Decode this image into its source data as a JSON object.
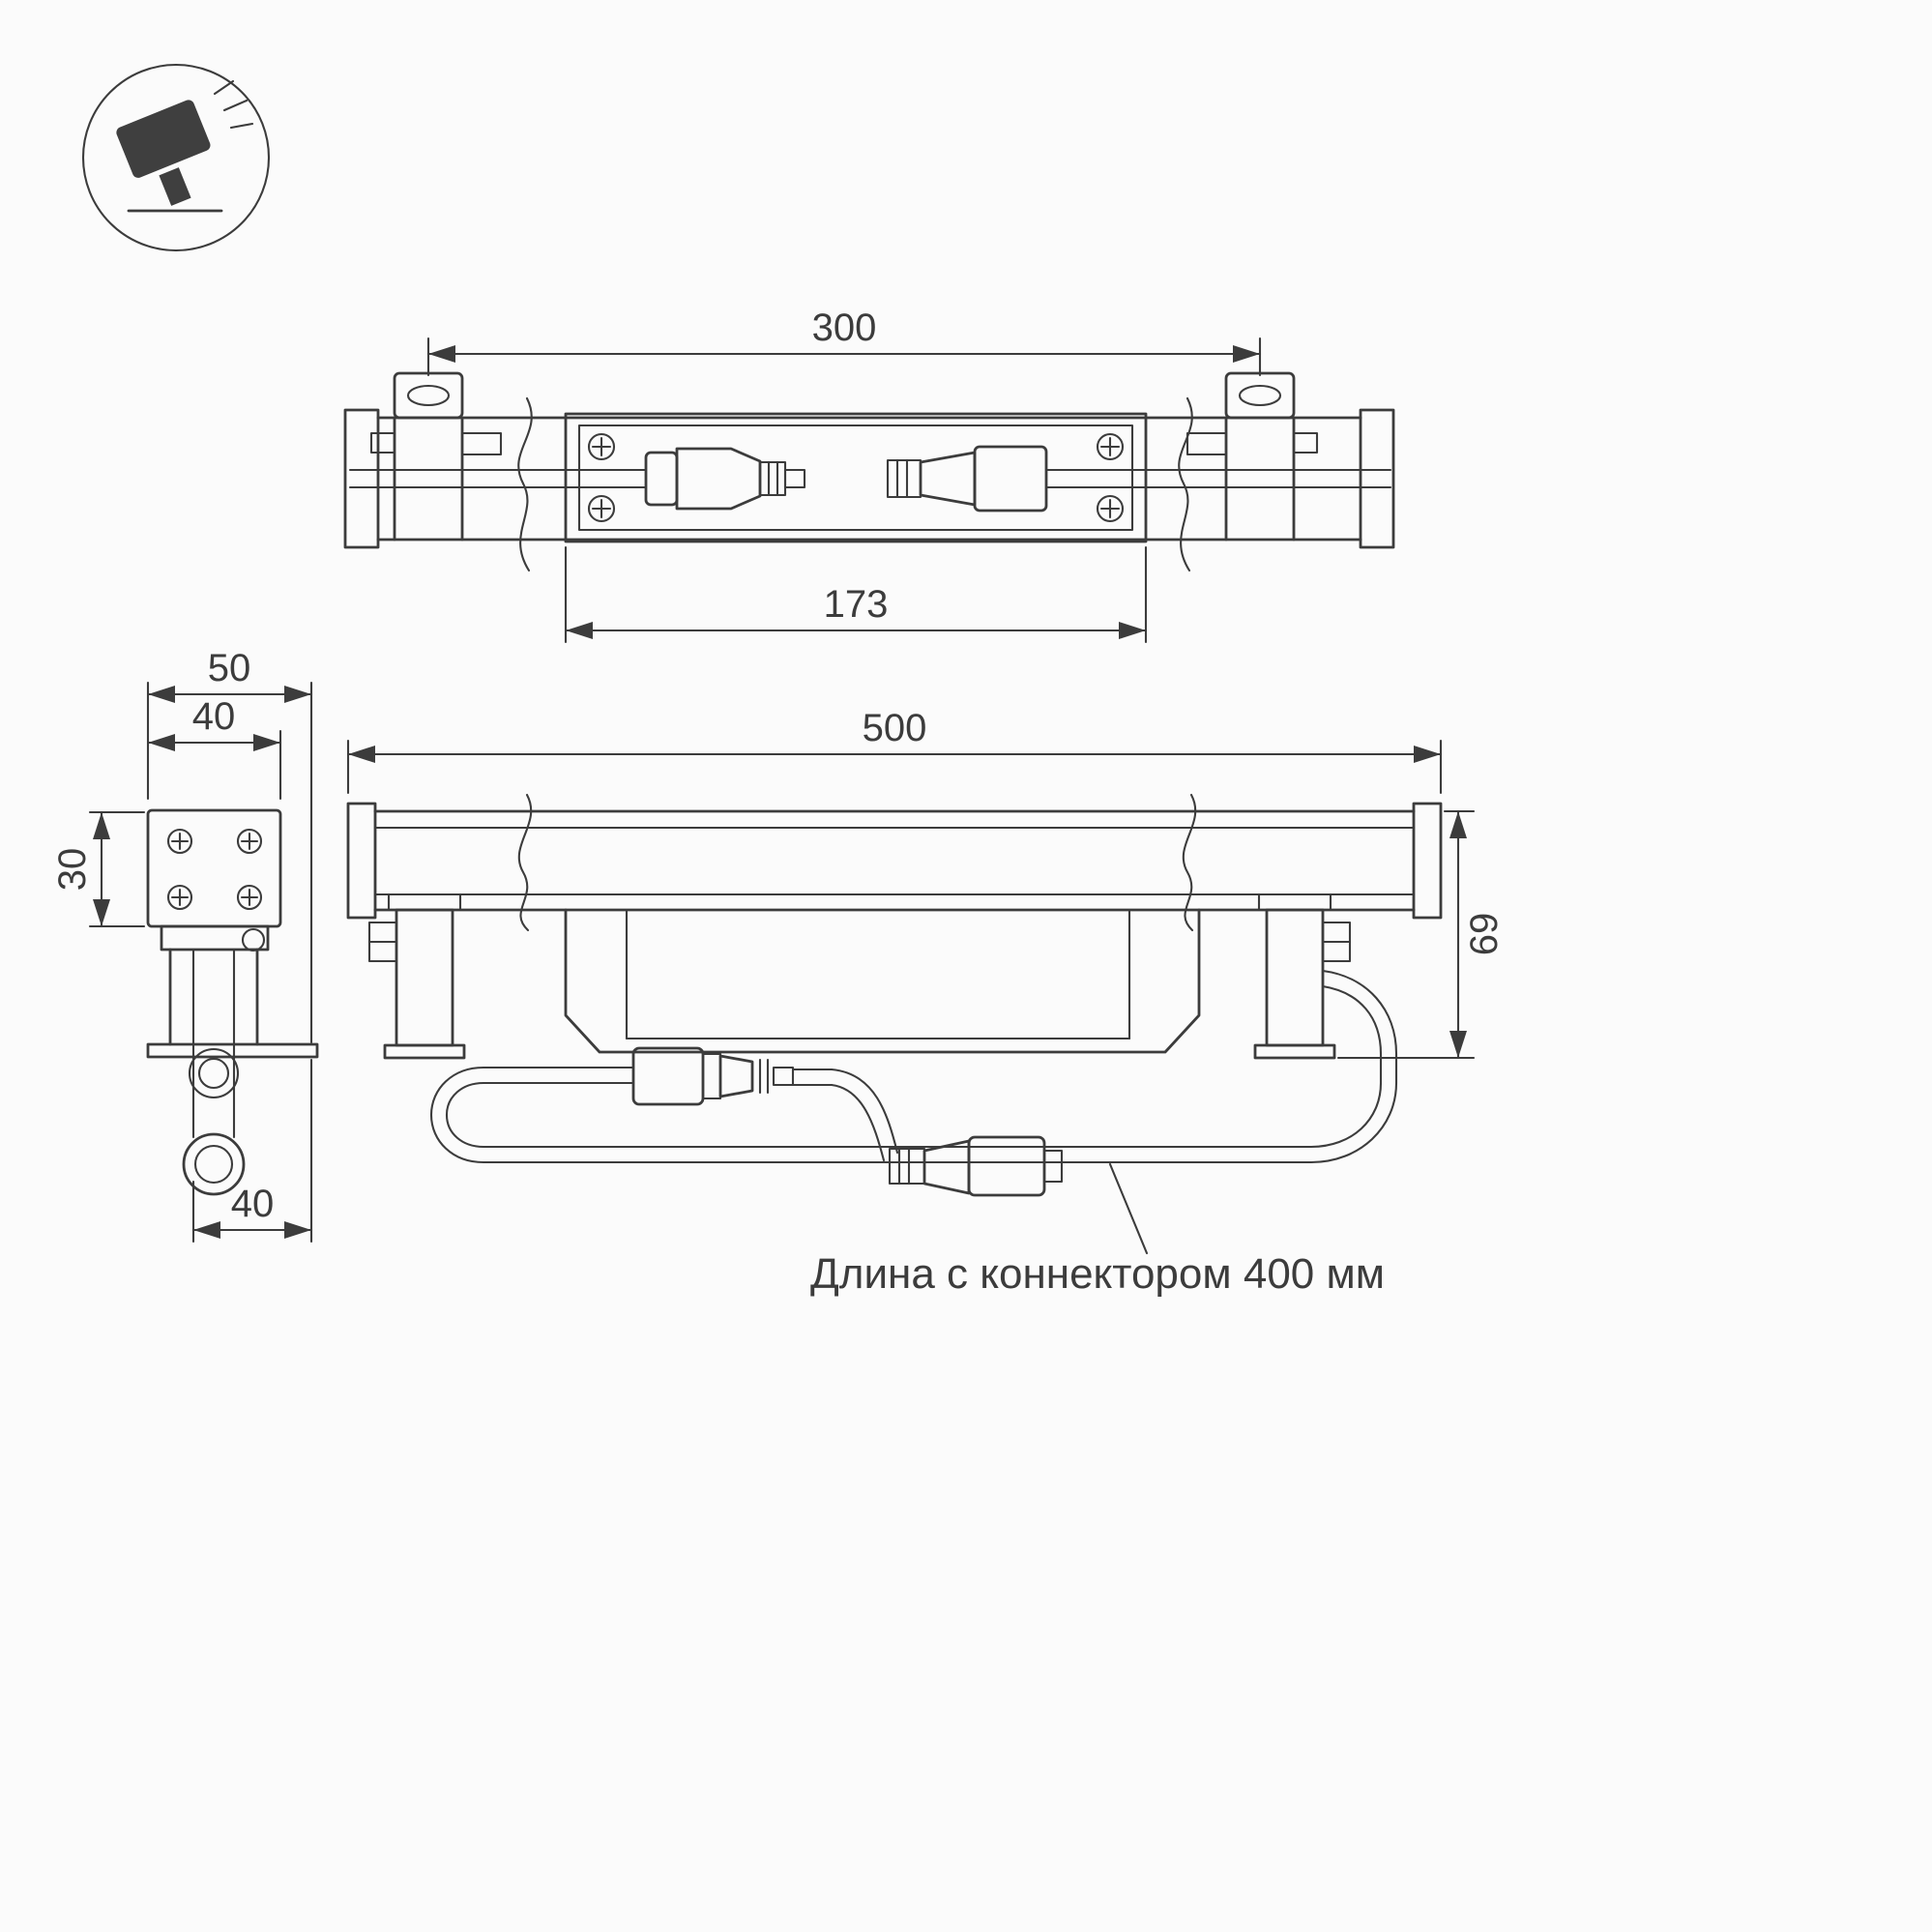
{
  "colors": {
    "background": "#fbfbfb",
    "line": "#3c3c3c"
  },
  "icon": {
    "name": "tilted-floodlight-icon"
  },
  "top_view": {
    "dim_overall": "300",
    "dim_body": "173"
  },
  "side_view": {
    "dim_width_outer": "50",
    "dim_width_body": "40",
    "dim_height_body": "30",
    "dim_offset_bottom": "40"
  },
  "front_view": {
    "dim_length": "500",
    "dim_height": "69"
  },
  "note": {
    "text": "Длина с коннектором 400 мм"
  }
}
